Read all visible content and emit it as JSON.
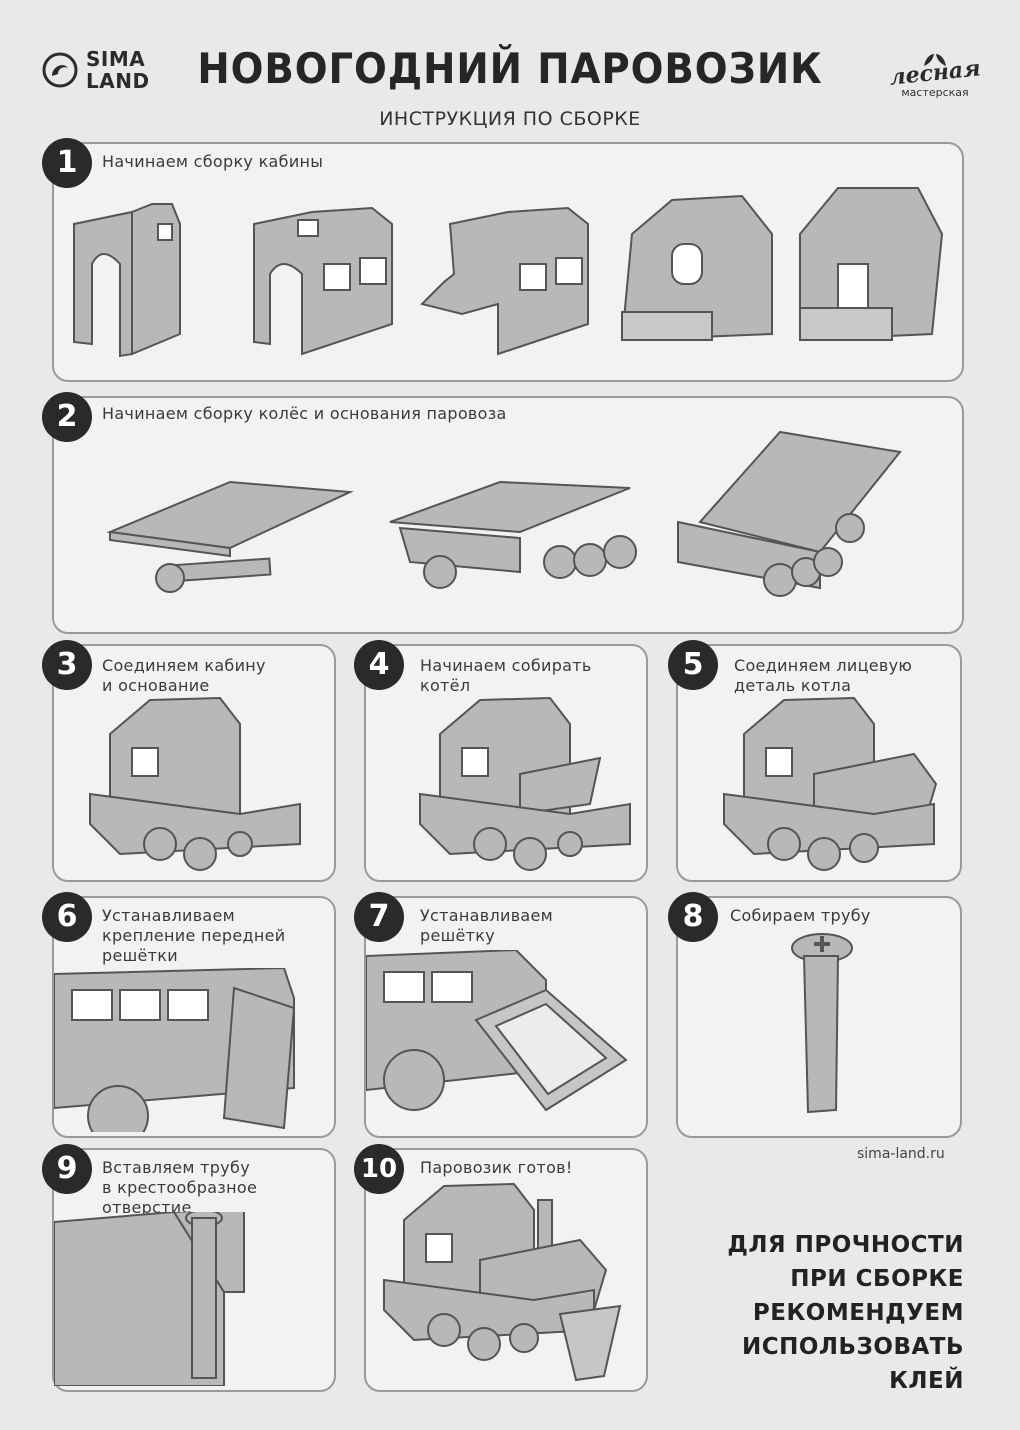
{
  "header": {
    "brand_left": [
      "SIMA",
      "LAND"
    ],
    "title": "НОВОГОДНИЙ ПАРОВОЗИК",
    "subtitle": "ИНСТРУКЦИЯ ПО СБОРКЕ",
    "brand_right_main": "лесная",
    "brand_right_sub": "мастерская"
  },
  "steps": [
    {
      "num": "1",
      "text": [
        "Начинаем сборку кабины"
      ]
    },
    {
      "num": "2",
      "text": [
        "Начинаем сборку колёс и основания паровоза"
      ]
    },
    {
      "num": "3",
      "text": [
        "Соединяем кабину",
        "и основание"
      ]
    },
    {
      "num": "4",
      "text": [
        "Начинаем собирать",
        "котёл"
      ]
    },
    {
      "num": "5",
      "text": [
        "Соединяем лицевую",
        "деталь котла"
      ]
    },
    {
      "num": "6",
      "text": [
        "Устанавливаем",
        "крепление передней",
        "решётки"
      ]
    },
    {
      "num": "7",
      "text": [
        "Устанавливаем",
        "решётку"
      ]
    },
    {
      "num": "8",
      "text": [
        "Собираем трубу"
      ]
    },
    {
      "num": "9",
      "text": [
        "Вставляем трубу",
        "в крестообразное",
        "отверстие"
      ]
    },
    {
      "num": "10",
      "text": [
        "Паровозик готов!"
      ]
    }
  ],
  "website": "sima-land.ru",
  "note": [
    "ДЛЯ ПРОЧНОСТИ",
    "ПРИ СБОРКЕ",
    "РЕКОМЕНДУЕМ",
    "ИСПОЛЬЗОВАТЬ",
    "КЛЕЙ"
  ],
  "colors": {
    "ink": "#2a2a2a",
    "panel_border": "#9a9a9a",
    "part_fill": "#b8b8b8",
    "part_stroke": "#555555"
  }
}
